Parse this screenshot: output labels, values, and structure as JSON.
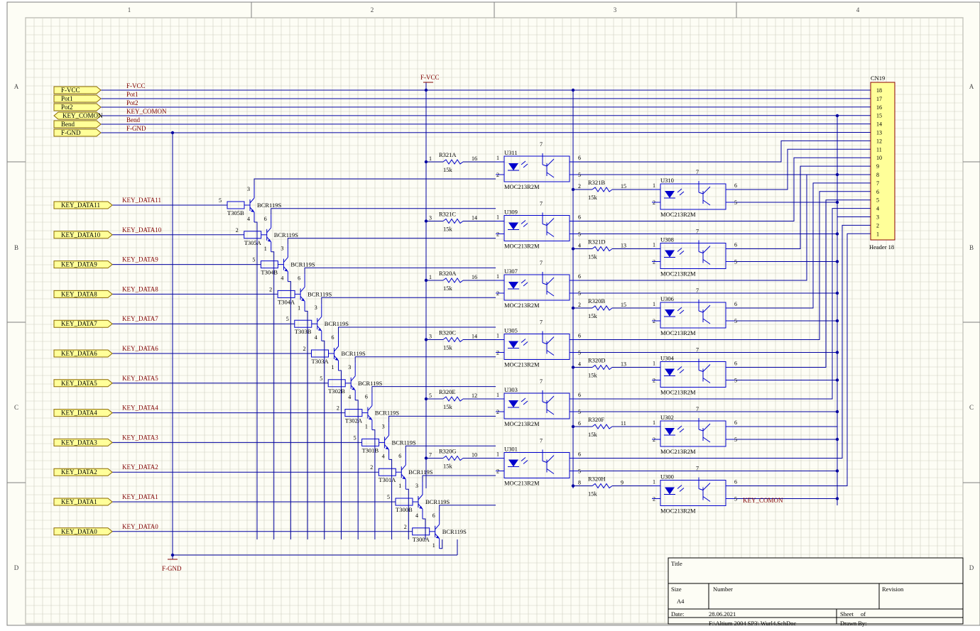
{
  "frame": {
    "cols": [
      "1",
      "2",
      "3",
      "4"
    ],
    "rows": [
      "A",
      "B",
      "C",
      "D"
    ]
  },
  "ports": [
    "F-VCC",
    "Pot1",
    "Pot2",
    "KEY_COMON",
    "Bend",
    "F-GND"
  ],
  "key_ports": [
    "KEY_DATA11",
    "KEY_DATA10",
    "KEY_DATA9",
    "KEY_DATA8",
    "KEY_DATA7",
    "KEY_DATA6",
    "KEY_DATA5",
    "KEY_DATA4",
    "KEY_DATA3",
    "KEY_DATA2",
    "KEY_DATA1",
    "KEY_DATA0"
  ],
  "power": {
    "vcc": "F-VCC",
    "gnd": "F-GND"
  },
  "transistors": {
    "refs": [
      "T305B",
      "T305A",
      "T304B",
      "T304A",
      "T303B",
      "T303A",
      "T302B",
      "T302A",
      "T301B",
      "T301A",
      "T300B",
      "T300A"
    ],
    "part": "BCR119S",
    "base_pins": [
      "5",
      "2",
      "5",
      "2",
      "5",
      "2",
      "5",
      "2",
      "5",
      "2",
      "5",
      "2"
    ],
    "pin_top": [
      "3",
      "6",
      "3",
      "6",
      "3",
      "6",
      "3",
      "6",
      "3",
      "6",
      "3",
      "6"
    ],
    "pin_bottom": [
      "4",
      "1",
      "4",
      "1",
      "4",
      "1",
      "4",
      "1",
      "4",
      "1",
      "4",
      "1"
    ]
  },
  "resistors": {
    "left": [
      {
        "ref": "R321A",
        "pa": "1",
        "pb": "16"
      },
      {
        "ref": "R321C",
        "pa": "3",
        "pb": "14"
      },
      {
        "ref": "R320A",
        "pa": "1",
        "pb": "16"
      },
      {
        "ref": "R320C",
        "pa": "3",
        "pb": "14"
      },
      {
        "ref": "R320E",
        "pa": "5",
        "pb": "12"
      },
      {
        "ref": "R320G",
        "pa": "7",
        "pb": "10"
      }
    ],
    "right": [
      {
        "ref": "R321B",
        "pa": "2",
        "pb": "15"
      },
      {
        "ref": "R321D",
        "pa": "4",
        "pb": "13"
      },
      {
        "ref": "R320B",
        "pa": "2",
        "pb": "15"
      },
      {
        "ref": "R320D",
        "pa": "4",
        "pb": "13"
      },
      {
        "ref": "R320F",
        "pa": "6",
        "pb": "11"
      },
      {
        "ref": "R320H",
        "pa": "8",
        "pb": "9"
      }
    ],
    "value": "15k"
  },
  "optos": {
    "left": [
      "U311",
      "U309",
      "U307",
      "U305",
      "U303",
      "U301"
    ],
    "right": [
      "U310",
      "U308",
      "U306",
      "U304",
      "U302",
      "U300"
    ],
    "part": "MOC213R2M",
    "pins": {
      "anode": "1",
      "cathode": "2",
      "collector": "6",
      "emitter": "5",
      "base": "7"
    }
  },
  "connector": {
    "ref": "CN19",
    "name": "Header 18",
    "pins": [
      "18",
      "17",
      "16",
      "15",
      "14",
      "13",
      "12",
      "11",
      "10",
      "9",
      "8",
      "7",
      "6",
      "5",
      "4",
      "3",
      "2",
      "1"
    ]
  },
  "net_keycomon_bottom": "KEY_COMON",
  "title_block": {
    "title": "Title",
    "size": "Size",
    "size_value": "A4",
    "number": "Number",
    "revision": "Revision",
    "date": "Date:",
    "date_value": "28.06.2021",
    "sheet": "Sheet",
    "of": "of",
    "file_partial": "F:\\Altium 2004 SP3\\ Wurl4.SchDoc",
    "drawn_partial": "Drawn By:"
  },
  "colors": {
    "background": "#fdfdf5",
    "grid": "#cfcfc0",
    "wire": "#0000a0",
    "net_label": "#800000",
    "port_fill": "#ffff99",
    "port_stroke": "#8b6a00",
    "component": "#0000cc",
    "header_fill": "#ffff99"
  }
}
